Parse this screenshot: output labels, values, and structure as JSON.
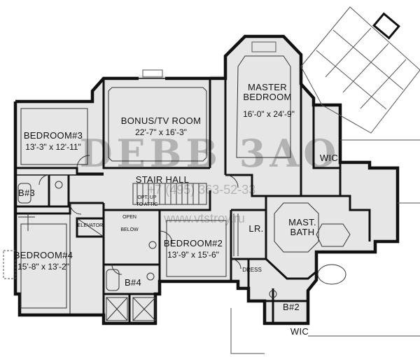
{
  "rooms": {
    "master_bedroom": {
      "name_line1": "MASTER",
      "name_line2": "BEDROOM",
      "dims": "16'-0\" x 24'-9\""
    },
    "bonus_room": {
      "name": "BONUS/TV ROOM",
      "dims": "22'-7\" x 16'-3\""
    },
    "bedroom3": {
      "name": "BEDROOM#3",
      "dims": "13'-3\" x 12'-11\""
    },
    "bedroom4": {
      "name": "BEDROOM#4",
      "dims": "15'-8\" x 13'-2\""
    },
    "bedroom2": {
      "name": "BEDROOM#2",
      "dims": "13'-9\" x 15'-6\""
    },
    "stair_hall": {
      "name": "STAIR HALL"
    },
    "mast_bath": {
      "name_line1": "MAST.",
      "name_line2": "BATH"
    },
    "wic_master": {
      "name": "WIC"
    },
    "wic_bed2": {
      "name": "WIC"
    },
    "bath3": {
      "name": "B#3"
    },
    "bath4": {
      "name": "B#4"
    },
    "bath2": {
      "name": "B#2"
    },
    "laundry": {
      "name": "LR."
    },
    "dress": {
      "name": "DRESS"
    },
    "elevator": {
      "name": "ELEVATOR"
    },
    "open_below": {
      "line1": "OPEN",
      "line2": "BELOW"
    },
    "opt_attic": {
      "line1": "OPT. UP",
      "line2": "TO ATTIC"
    }
  },
  "watermark": {
    "brand": "DEBB 3AO",
    "phone": "+7 (495) 363-52-33",
    "site": "www.vtstroy.ru"
  },
  "colors": {
    "floor": "#e6e6e6",
    "wall": "#111111",
    "line": "#333333",
    "background": "#ffffff"
  }
}
